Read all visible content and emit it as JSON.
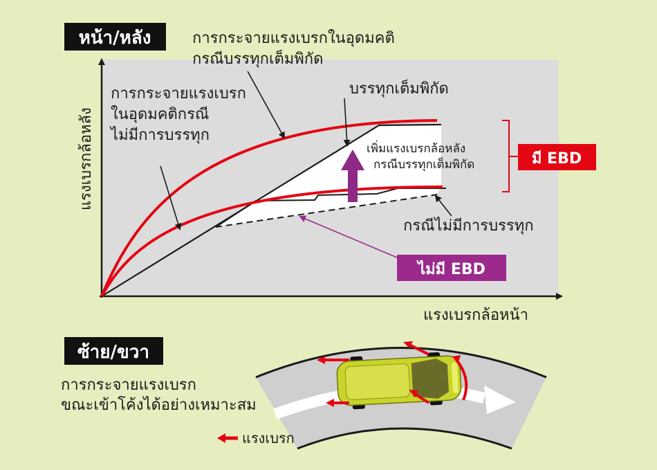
{
  "colors": {
    "background": "#e6eec0",
    "plot_area": "#dcdcdc",
    "ideal_curve": "#e30613",
    "with_ebd": "#e30613",
    "without_ebd": "#9b2a8c",
    "arrow_increase": "#8e2a85",
    "text": "#1a1a1a",
    "road": "#cfcfcf",
    "car_body": "#c8d42a",
    "brake_force_arrow": "#e30613"
  },
  "sections": {
    "front_rear": "หน้า/หลัง",
    "left_right": "ซ้าย/ขวา"
  },
  "chart": {
    "xlabel": "แรงเบรกล้อหน้า",
    "ylabel": "แรงเบรกล้อหลัง",
    "annotations": {
      "ideal_full_load": [
        "การกระจายแรงเบรกในอุดมคติ",
        "กรณีบรรทุกเต็มพิกัด"
      ],
      "ideal_no_load": [
        "การกระจายแรงเบรก",
        "ในอุดมคติกรณี",
        "ไม่มีการบรรทุก"
      ],
      "full_load": "บรรทุกเต็มพิกัด",
      "increase_rear": [
        "เพิ่มแรงเบรกล้อหลัง",
        "กรณีบรรทุกเต็มพิกัด"
      ],
      "no_load": "กรณีไม่มีการบรรทุก"
    },
    "badges": {
      "with_ebd": "มี EBD",
      "without_ebd": "ไม่มี EBD"
    }
  },
  "cornering": {
    "caption": [
      "การกระจายแรงเบรก",
      "ขณะเข้าโค้งได้อย่างเหมาะสม"
    ],
    "legend_label": "แรงเบรก",
    "arrow_icon": "left-arrow-icon"
  }
}
